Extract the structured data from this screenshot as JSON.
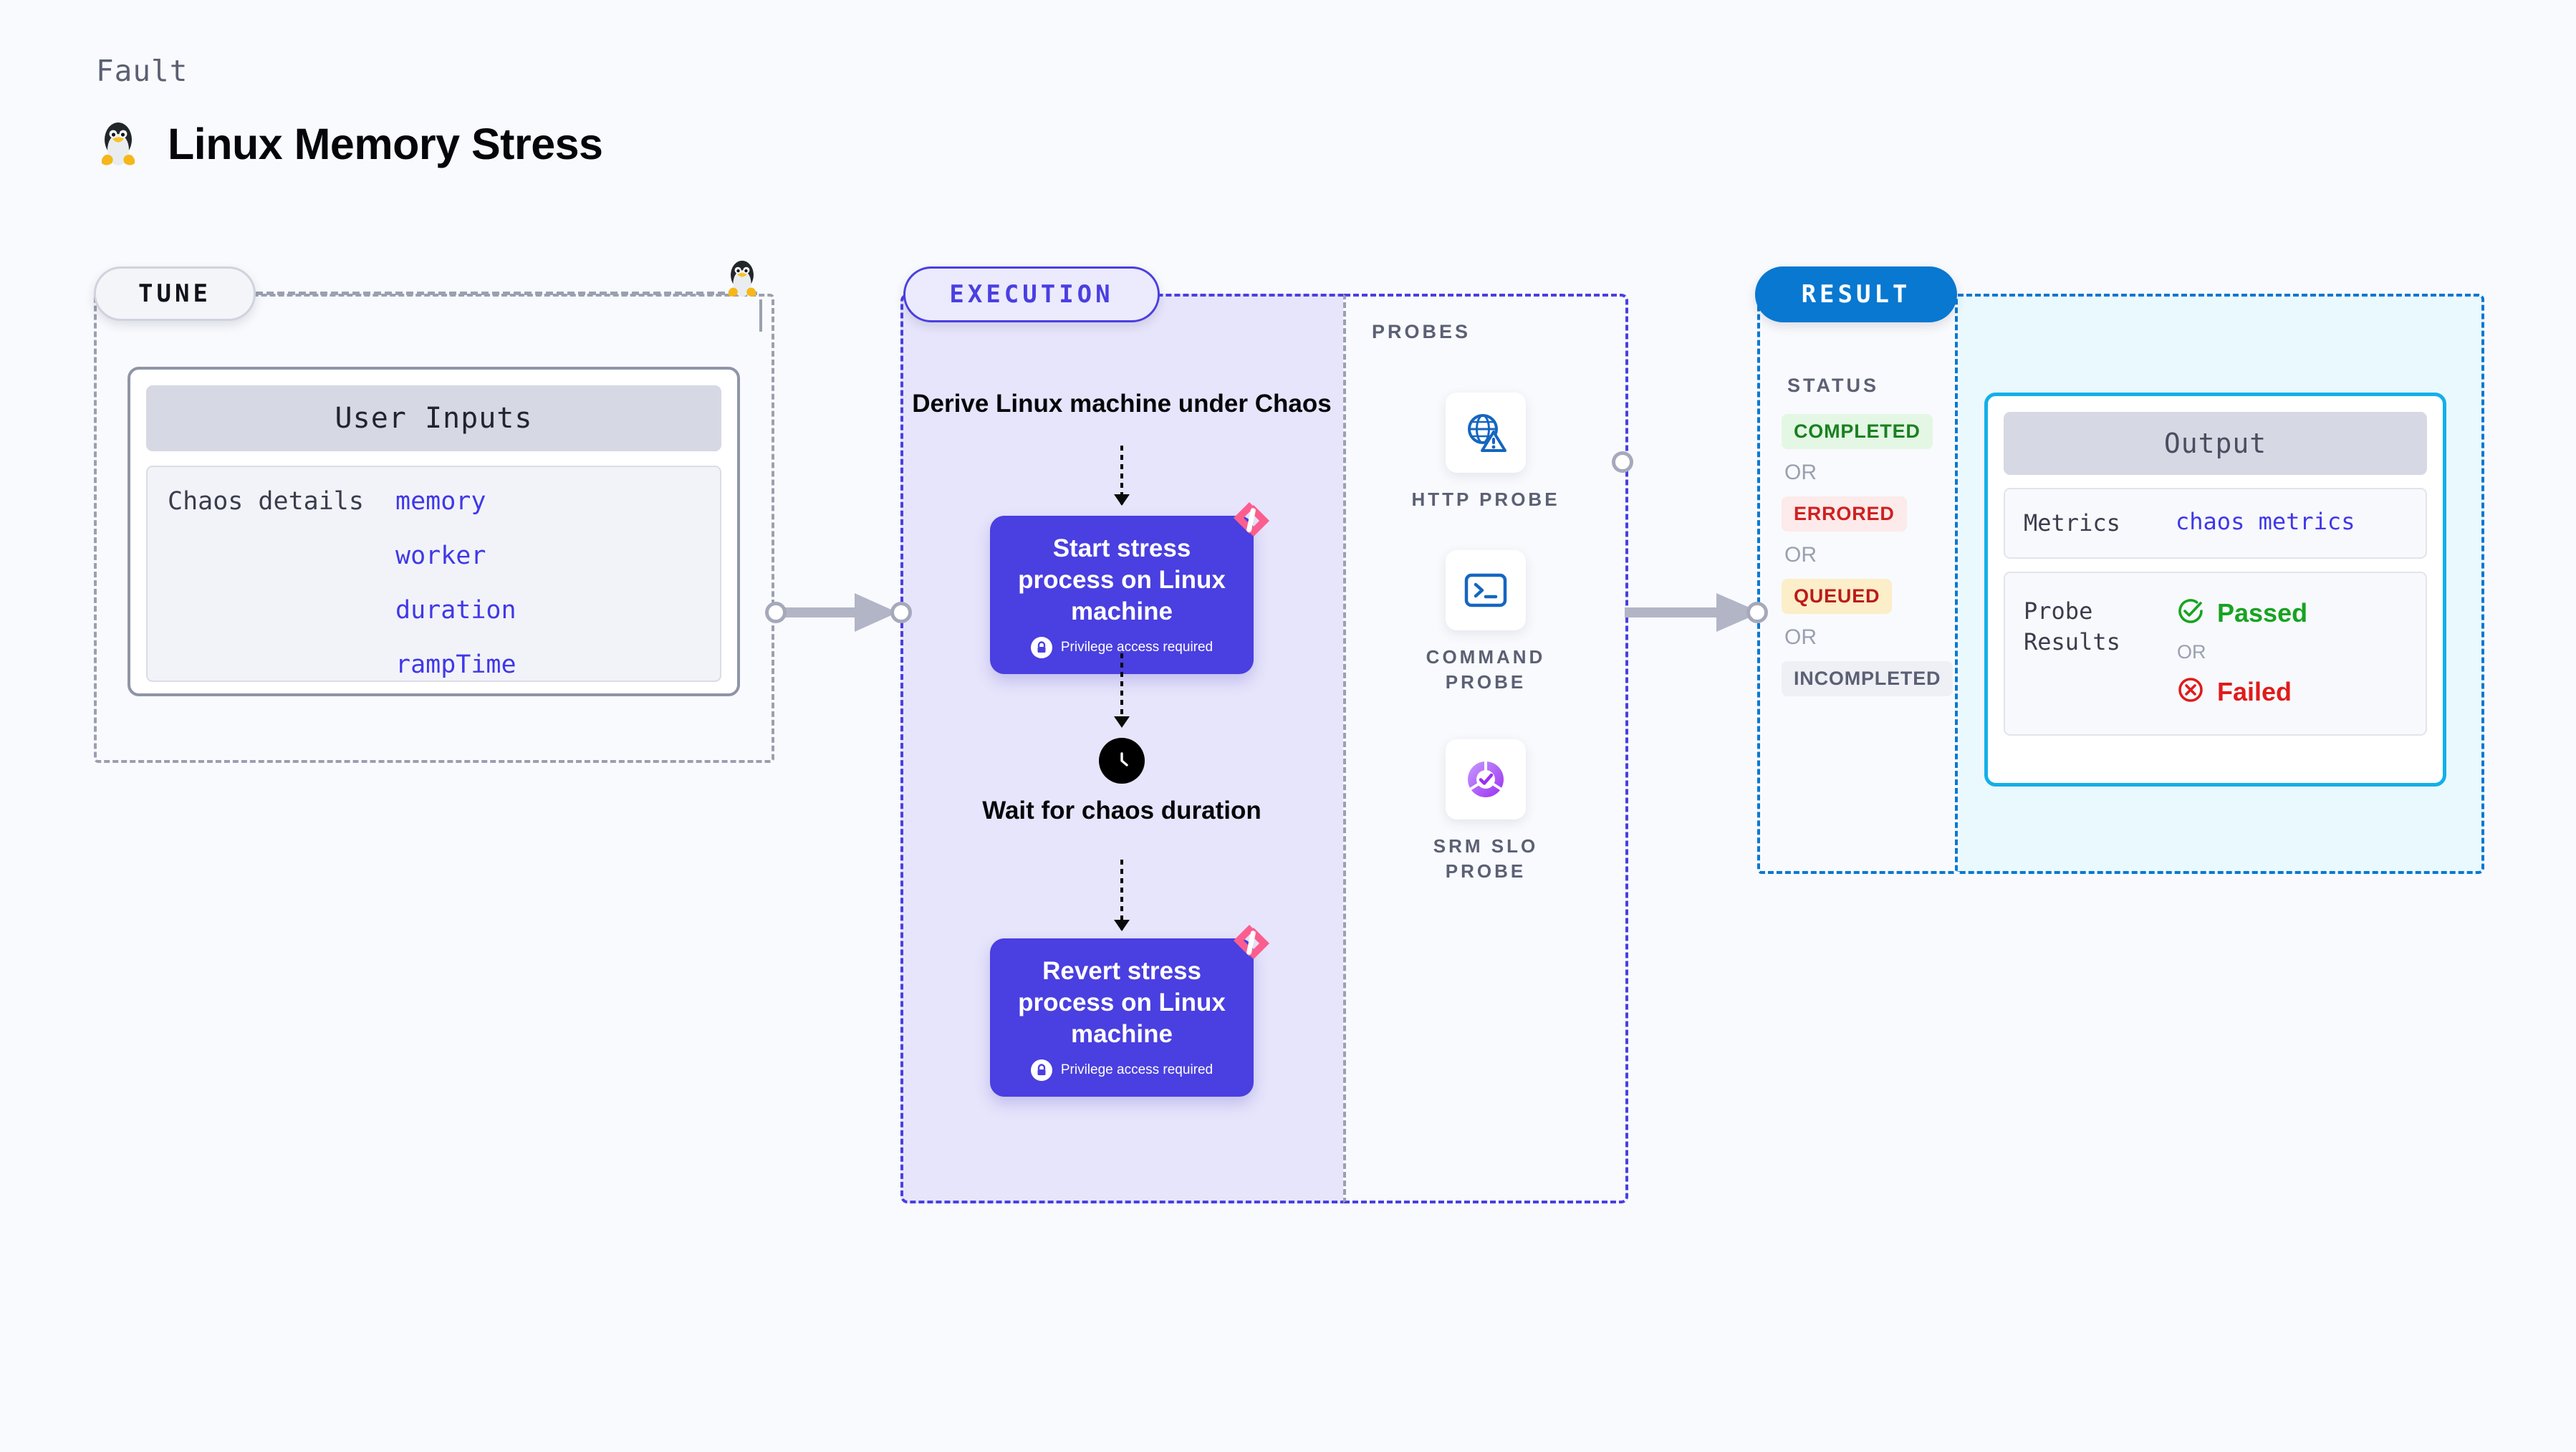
{
  "header": {
    "kicker": "Fault",
    "title": "Linux Memory Stress",
    "logo_icon": "linux-tux-icon"
  },
  "tune": {
    "pill_label": "TUNE",
    "user_inputs": {
      "header": "User Inputs",
      "key": "Chaos details",
      "values": [
        "memory",
        "worker",
        "duration",
        "rampTime"
      ]
    },
    "corner_icon": "linux-tux-icon"
  },
  "execution": {
    "pill_label": "EXECUTION",
    "steps": [
      {
        "type": "label",
        "text": "Derive Linux machine under Chaos"
      },
      {
        "type": "box",
        "title": "Start stress process on Linux machine",
        "note": "Privilege access required",
        "note_icon": "lock-icon",
        "corner_icon": "harness-logo-icon"
      },
      {
        "type": "wait",
        "icon": "clock-icon",
        "text": "Wait for chaos duration"
      },
      {
        "type": "box",
        "title": "Revert stress process on Linux machine",
        "note": "Privilege access required",
        "note_icon": "lock-icon",
        "corner_icon": "harness-logo-icon"
      }
    ]
  },
  "probes": {
    "title": "PROBES",
    "items": [
      {
        "name": "HTTP PROBE",
        "icon": "globe-warning-icon"
      },
      {
        "name": "COMMAND PROBE",
        "icon": "terminal-icon"
      },
      {
        "name": "SRM SLO PROBE",
        "icon": "slo-donut-check-icon"
      }
    ]
  },
  "result": {
    "pill_label": "RESULT",
    "status_title": "STATUS",
    "or_label": "OR",
    "statuses": [
      {
        "label": "COMPLETED",
        "style": "completed"
      },
      {
        "label": "ERRORED",
        "style": "errored"
      },
      {
        "label": "QUEUED",
        "style": "queued"
      },
      {
        "label": "INCOMPLETED",
        "style": "incompleted"
      }
    ]
  },
  "output": {
    "header": "Output",
    "metrics_key": "Metrics",
    "metrics_value": "chaos metrics",
    "probe_results_key": "Probe Results",
    "passed_label": "Passed",
    "failed_label": "Failed",
    "or_label": "OR",
    "passed_icon": "check-circle-icon",
    "failed_icon": "x-circle-icon"
  },
  "colors": {
    "background": "#f9fafd",
    "execution_accent": "#4a3fe0",
    "execution_fill": "#e7e5fb",
    "result_accent": "#0878d1",
    "output_fill": "#eaf9fd",
    "output_border": "#12b0e8",
    "tune_accent": "#9aa0b0",
    "harness_pink": "#fb5e8e",
    "passed_green": "#17a321",
    "failed_red": "#e01b1b",
    "connector_gray": "#a6a9bb"
  }
}
